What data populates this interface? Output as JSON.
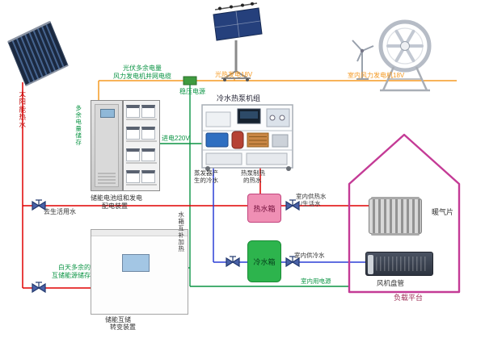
{
  "diagram": {
    "labels": {
      "solar_hot_water": "太阳能热水",
      "pv_surplus_cable": "光伏多余电量",
      "wind_grid_cable": "风力发电机并网电缆",
      "voltage_stabilizer": "稳压电源",
      "pv_generation": "光热发电18V",
      "wind_generation": "室内风力发电机18V",
      "excess_power_storage": "多余电量储存",
      "battery_cabinet_line1": "储能电池组和发电",
      "battery_cabinet_line2": "配电装置",
      "heat_pump_unit": "冷水热泵机组",
      "power_inlet": "进电220V",
      "evaporator_line1": "蒸发器产",
      "evaporator_line2": "生的冷水",
      "hp_hot_line1": "热泵制热",
      "hp_hot_line2": "的热水",
      "domestic_water": "去生活用水",
      "tank_mutual_heating": "水箱互补加热",
      "indoor_hot_line1": "室内供热水",
      "indoor_hot_line2": "/生活水",
      "indoor_cold_water": "室内供冷水",
      "indoor_power": "室内用电源",
      "hot_tank": "热水箱",
      "cold_tank": "冷水箱",
      "radiator": "暖气片",
      "fan_coil": "风机盘管",
      "load_platform": "负载平台",
      "day_excess_line1": "白天多余的",
      "day_excess_line2": "互储能源储存",
      "inverter_line1": "储能互储",
      "inverter_line2": "转变装置"
    },
    "colors": {
      "hot_water_line": "#e00000",
      "cold_water_line": "#2b3fd6",
      "electric_line": "#0b9444",
      "power_bus_line": "#f59a23",
      "house_outline": "#c43b96",
      "hot_tank_fill": "#ef8fb4",
      "cold_tank_fill": "#2db44d"
    }
  }
}
